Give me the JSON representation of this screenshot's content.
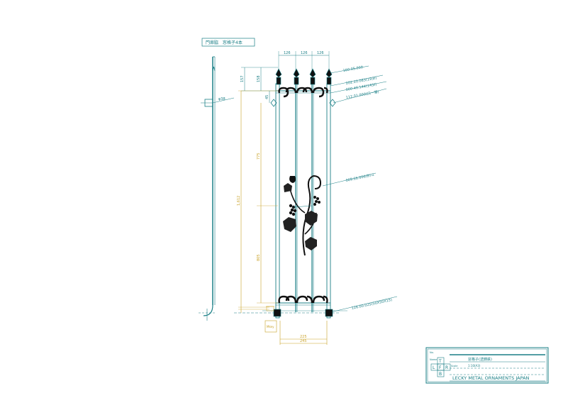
{
  "header": {
    "title": "門扉脇　窓格子4本"
  },
  "dimensions": {
    "top_spacing": [
      "126",
      "126",
      "126"
    ],
    "left_top": "157",
    "left_158": "158",
    "left_45": "45",
    "left_775": "775",
    "left_total": "1,612",
    "left_805": "805",
    "bottom_inner": "225",
    "bottom_outer": "245",
    "side_profile_label": "φ38"
  },
  "callouts": {
    "c1": "160.05.000",
    "c2": "202.20.083(193ℓ)",
    "c3": "000.40.144(145ℓ)",
    "c4": "112.01.000(口一筆)",
    "c5": "009.66.006(B)ユ",
    "c6": "126.00.025(50X50X15)"
  },
  "note_box": {
    "text": "Mkey"
  },
  "title_block": {
    "row1_label": "No.",
    "row1_value": "",
    "row2_label": "Name",
    "row2_value": "窓格子(透鋳鉄)",
    "row3_label": "Scale",
    "row3_value": "1:10(A3)",
    "grid_top": "T",
    "grid_left": "L",
    "grid_front": "F",
    "grid_right": "R",
    "grid_bottom": "B",
    "company": "LECKY METAL ORNAMENTS JAPAN"
  },
  "colors": {
    "drawing": "#1a7f86",
    "dimension": "#c9a227",
    "ornament": "#111111"
  }
}
